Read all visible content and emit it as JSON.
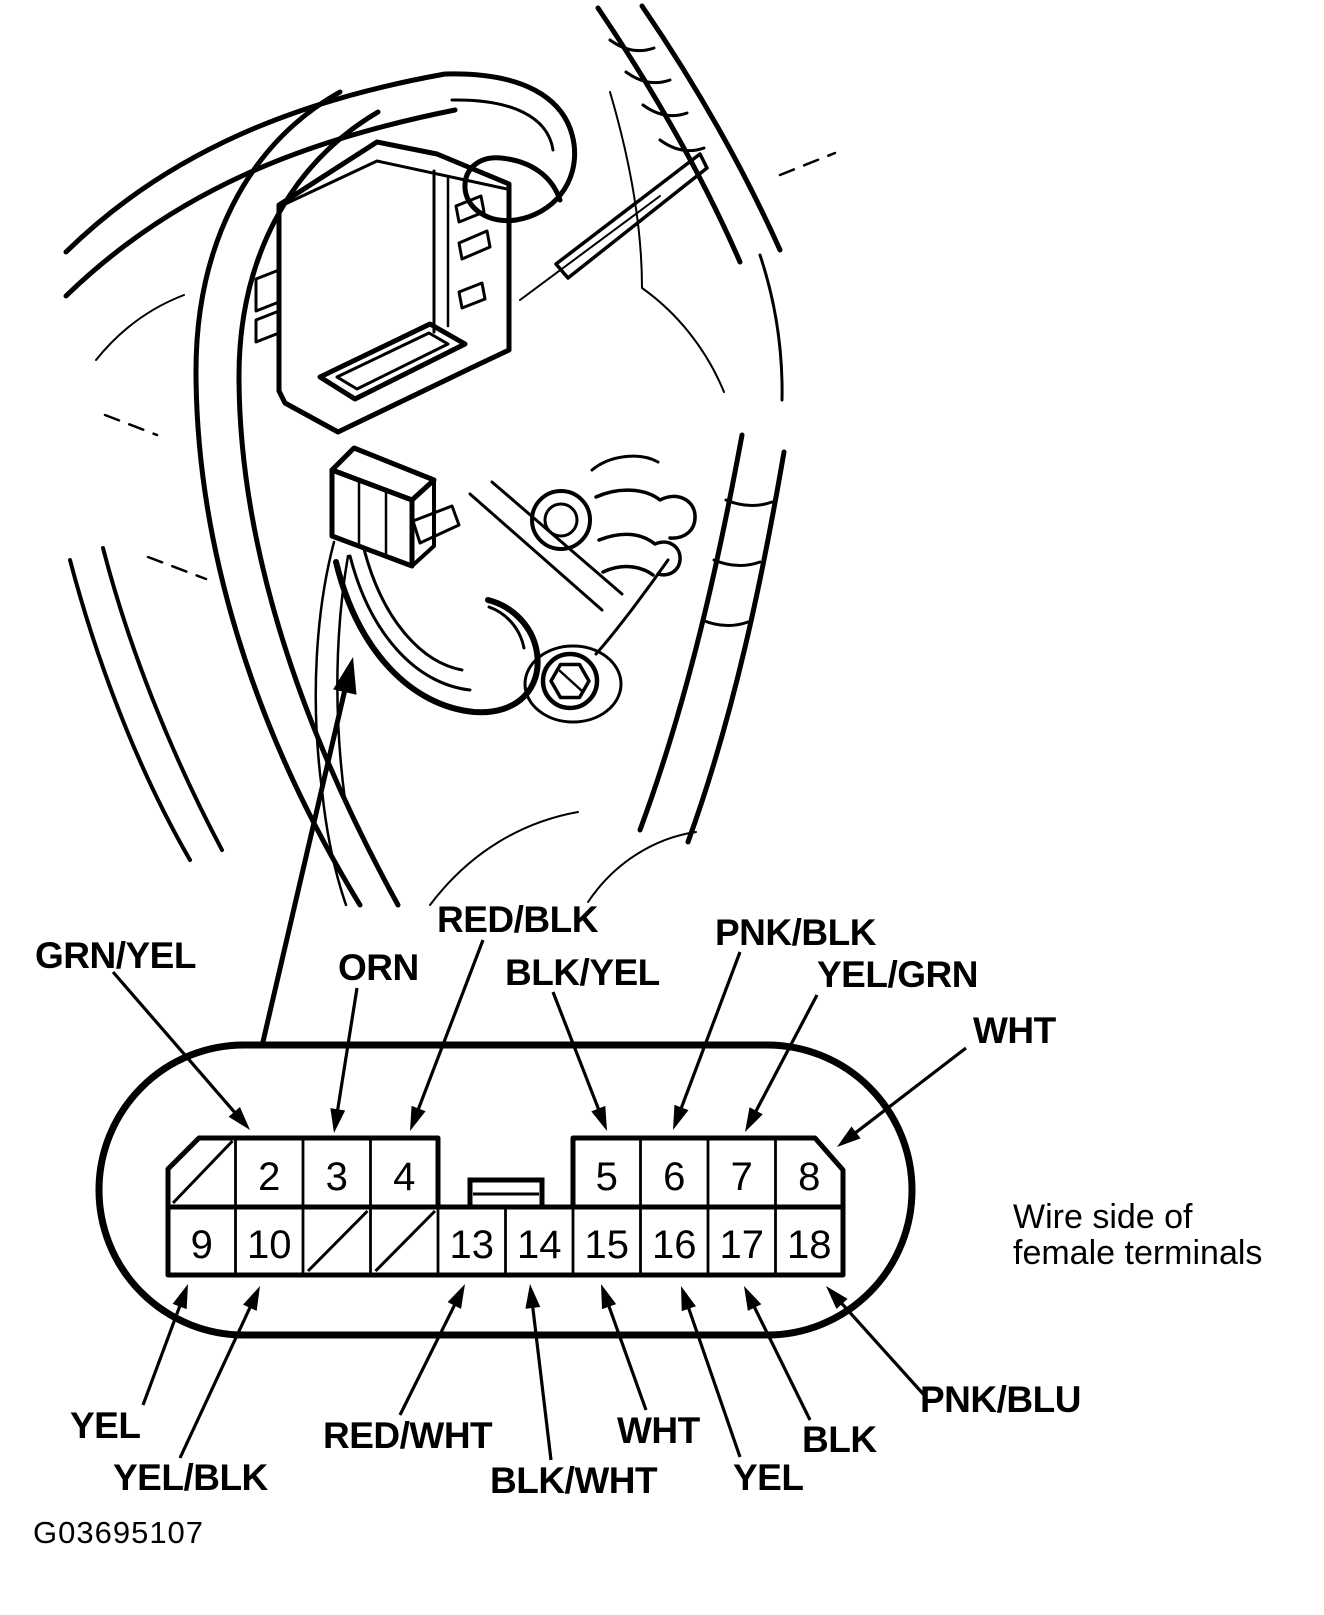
{
  "figure_id": "G03695107",
  "note": {
    "line1": "Wire side of",
    "line2": "female terminals"
  },
  "colors": {
    "ink": "#000000",
    "paper": "#ffffff"
  },
  "connector": {
    "description": "18-position oval connector pinout, wire side of female terminals",
    "top_row_cells": [
      {
        "pin": "",
        "slashed": true,
        "bevel": "top-left",
        "col": 0
      },
      {
        "pin": "2",
        "slashed": false,
        "bevel": "",
        "col": 1
      },
      {
        "pin": "3",
        "slashed": false,
        "bevel": "",
        "col": 2
      },
      {
        "pin": "4",
        "slashed": false,
        "bevel": "",
        "col": 3
      },
      {
        "pin": "5",
        "slashed": false,
        "bevel": "",
        "col": 6
      },
      {
        "pin": "6",
        "slashed": false,
        "bevel": "",
        "col": 7
      },
      {
        "pin": "7",
        "slashed": false,
        "bevel": "",
        "col": 8
      },
      {
        "pin": "8",
        "slashed": false,
        "bevel": "top-right",
        "col": 9
      }
    ],
    "bottom_row_cells": [
      {
        "pin": "9",
        "slashed": false,
        "col": 0
      },
      {
        "pin": "10",
        "slashed": false,
        "col": 1
      },
      {
        "pin": "",
        "slashed": true,
        "col": 2
      },
      {
        "pin": "",
        "slashed": true,
        "col": 3
      },
      {
        "pin": "13",
        "slashed": false,
        "col": 4
      },
      {
        "pin": "14",
        "slashed": false,
        "col": 5
      },
      {
        "pin": "15",
        "slashed": false,
        "col": 6
      },
      {
        "pin": "16",
        "slashed": false,
        "col": 7
      },
      {
        "pin": "17",
        "slashed": false,
        "col": 8
      },
      {
        "pin": "18",
        "slashed": false,
        "col": 9
      }
    ],
    "wire_labels": [
      {
        "text": "GRN/YEL",
        "pin": "2"
      },
      {
        "text": "ORN",
        "pin": "3"
      },
      {
        "text": "RED/BLK",
        "pin": "4"
      },
      {
        "text": "BLK/YEL",
        "pin": "5"
      },
      {
        "text": "PNK/BLK",
        "pin": "6"
      },
      {
        "text": "YEL/GRN",
        "pin": "7"
      },
      {
        "text": "WHT",
        "pin": "8"
      },
      {
        "text": "YEL",
        "pin": "9"
      },
      {
        "text": "YEL/BLK",
        "pin": "10"
      },
      {
        "text": "RED/WHT",
        "pin": "13"
      },
      {
        "text": "BLK/WHT",
        "pin": "14"
      },
      {
        "text": "WHT",
        "pin": "15"
      },
      {
        "text": "YEL",
        "pin": "16"
      },
      {
        "text": "BLK",
        "pin": "17"
      },
      {
        "text": "PNK/BLU",
        "pin": "18"
      }
    ]
  }
}
